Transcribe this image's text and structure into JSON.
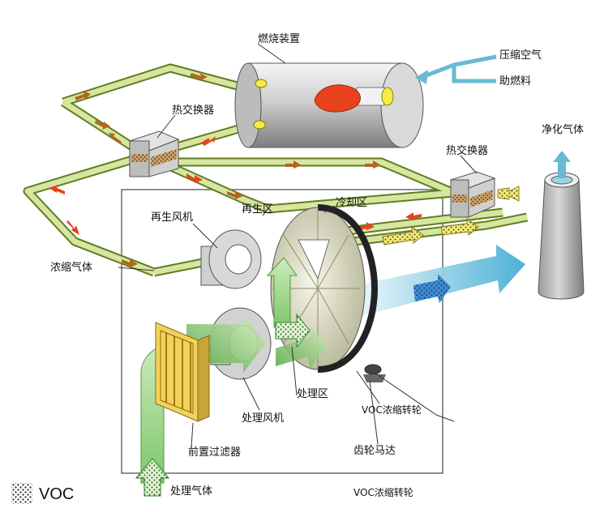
{
  "labels": {
    "combustion_device": "燃烧装置",
    "compressed_air": "压缩空气",
    "auxiliary_fuel": "助燃料",
    "heat_exchanger_left": "热交换器",
    "heat_exchanger_right": "热交换器",
    "purified_gas": "净化气体",
    "regeneration_fan": "再生风机",
    "regeneration_zone": "再生区",
    "cooling_zone": "冷却区",
    "concentrated_gas": "浓缩气体",
    "treatment_fan": "处理风机",
    "treatment_zone": "处理区",
    "voc_rotor_1": "VOC浓缩转轮",
    "gear_motor": "齿轮马达",
    "pre_filter": "前置过滤器",
    "voc_rotor_2": "VOC浓缩转轮",
    "treated_gas": "处理气体",
    "legend_voc": "VOC"
  },
  "colors": {
    "pipe_fill": "#d6e6a0",
    "pipe_stroke": "#5f7d1f",
    "green_arrow": "#6cbf57",
    "voc_dot": "#2f7a2a",
    "blue_arrow": "#5fb7d6",
    "flame": "#e8431c",
    "frame": "#444444"
  }
}
